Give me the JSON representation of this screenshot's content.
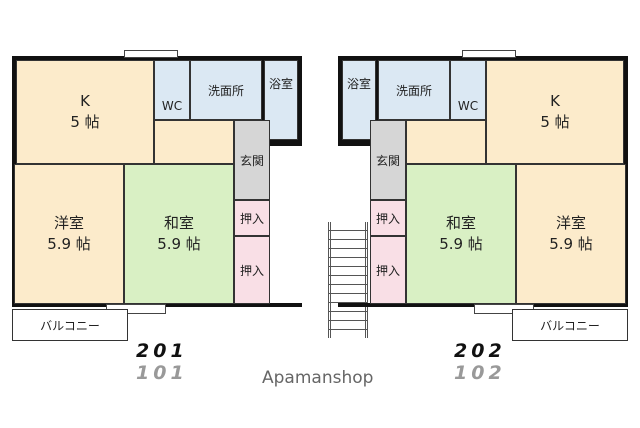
{
  "units": [
    {
      "number": "201",
      "lower_number": "101",
      "kitchen": {
        "name": "K",
        "size": "5 帖"
      },
      "wc": "WC",
      "washroom": "洗面所",
      "bath": "浴室",
      "entrance": "玄関",
      "western": {
        "name": "洋室",
        "size": "5.9 帖"
      },
      "japanese": {
        "name": "和室",
        "size": "5.9 帖"
      },
      "closet_upper": "押入",
      "closet_lower": "押入",
      "balcony": "バルコニー"
    },
    {
      "number": "202",
      "lower_number": "102",
      "kitchen": {
        "name": "K",
        "size": "5 帖"
      },
      "wc": "WC",
      "washroom": "洗面所",
      "bath": "浴室",
      "entrance": "玄関",
      "western": {
        "name": "洋室",
        "size": "5.9 帖"
      },
      "japanese": {
        "name": "和室",
        "size": "5.9 帖"
      },
      "closet_upper": "押入",
      "closet_lower": "押入",
      "balcony": "バルコニー"
    }
  ],
  "watermark": "Apamanshop"
}
